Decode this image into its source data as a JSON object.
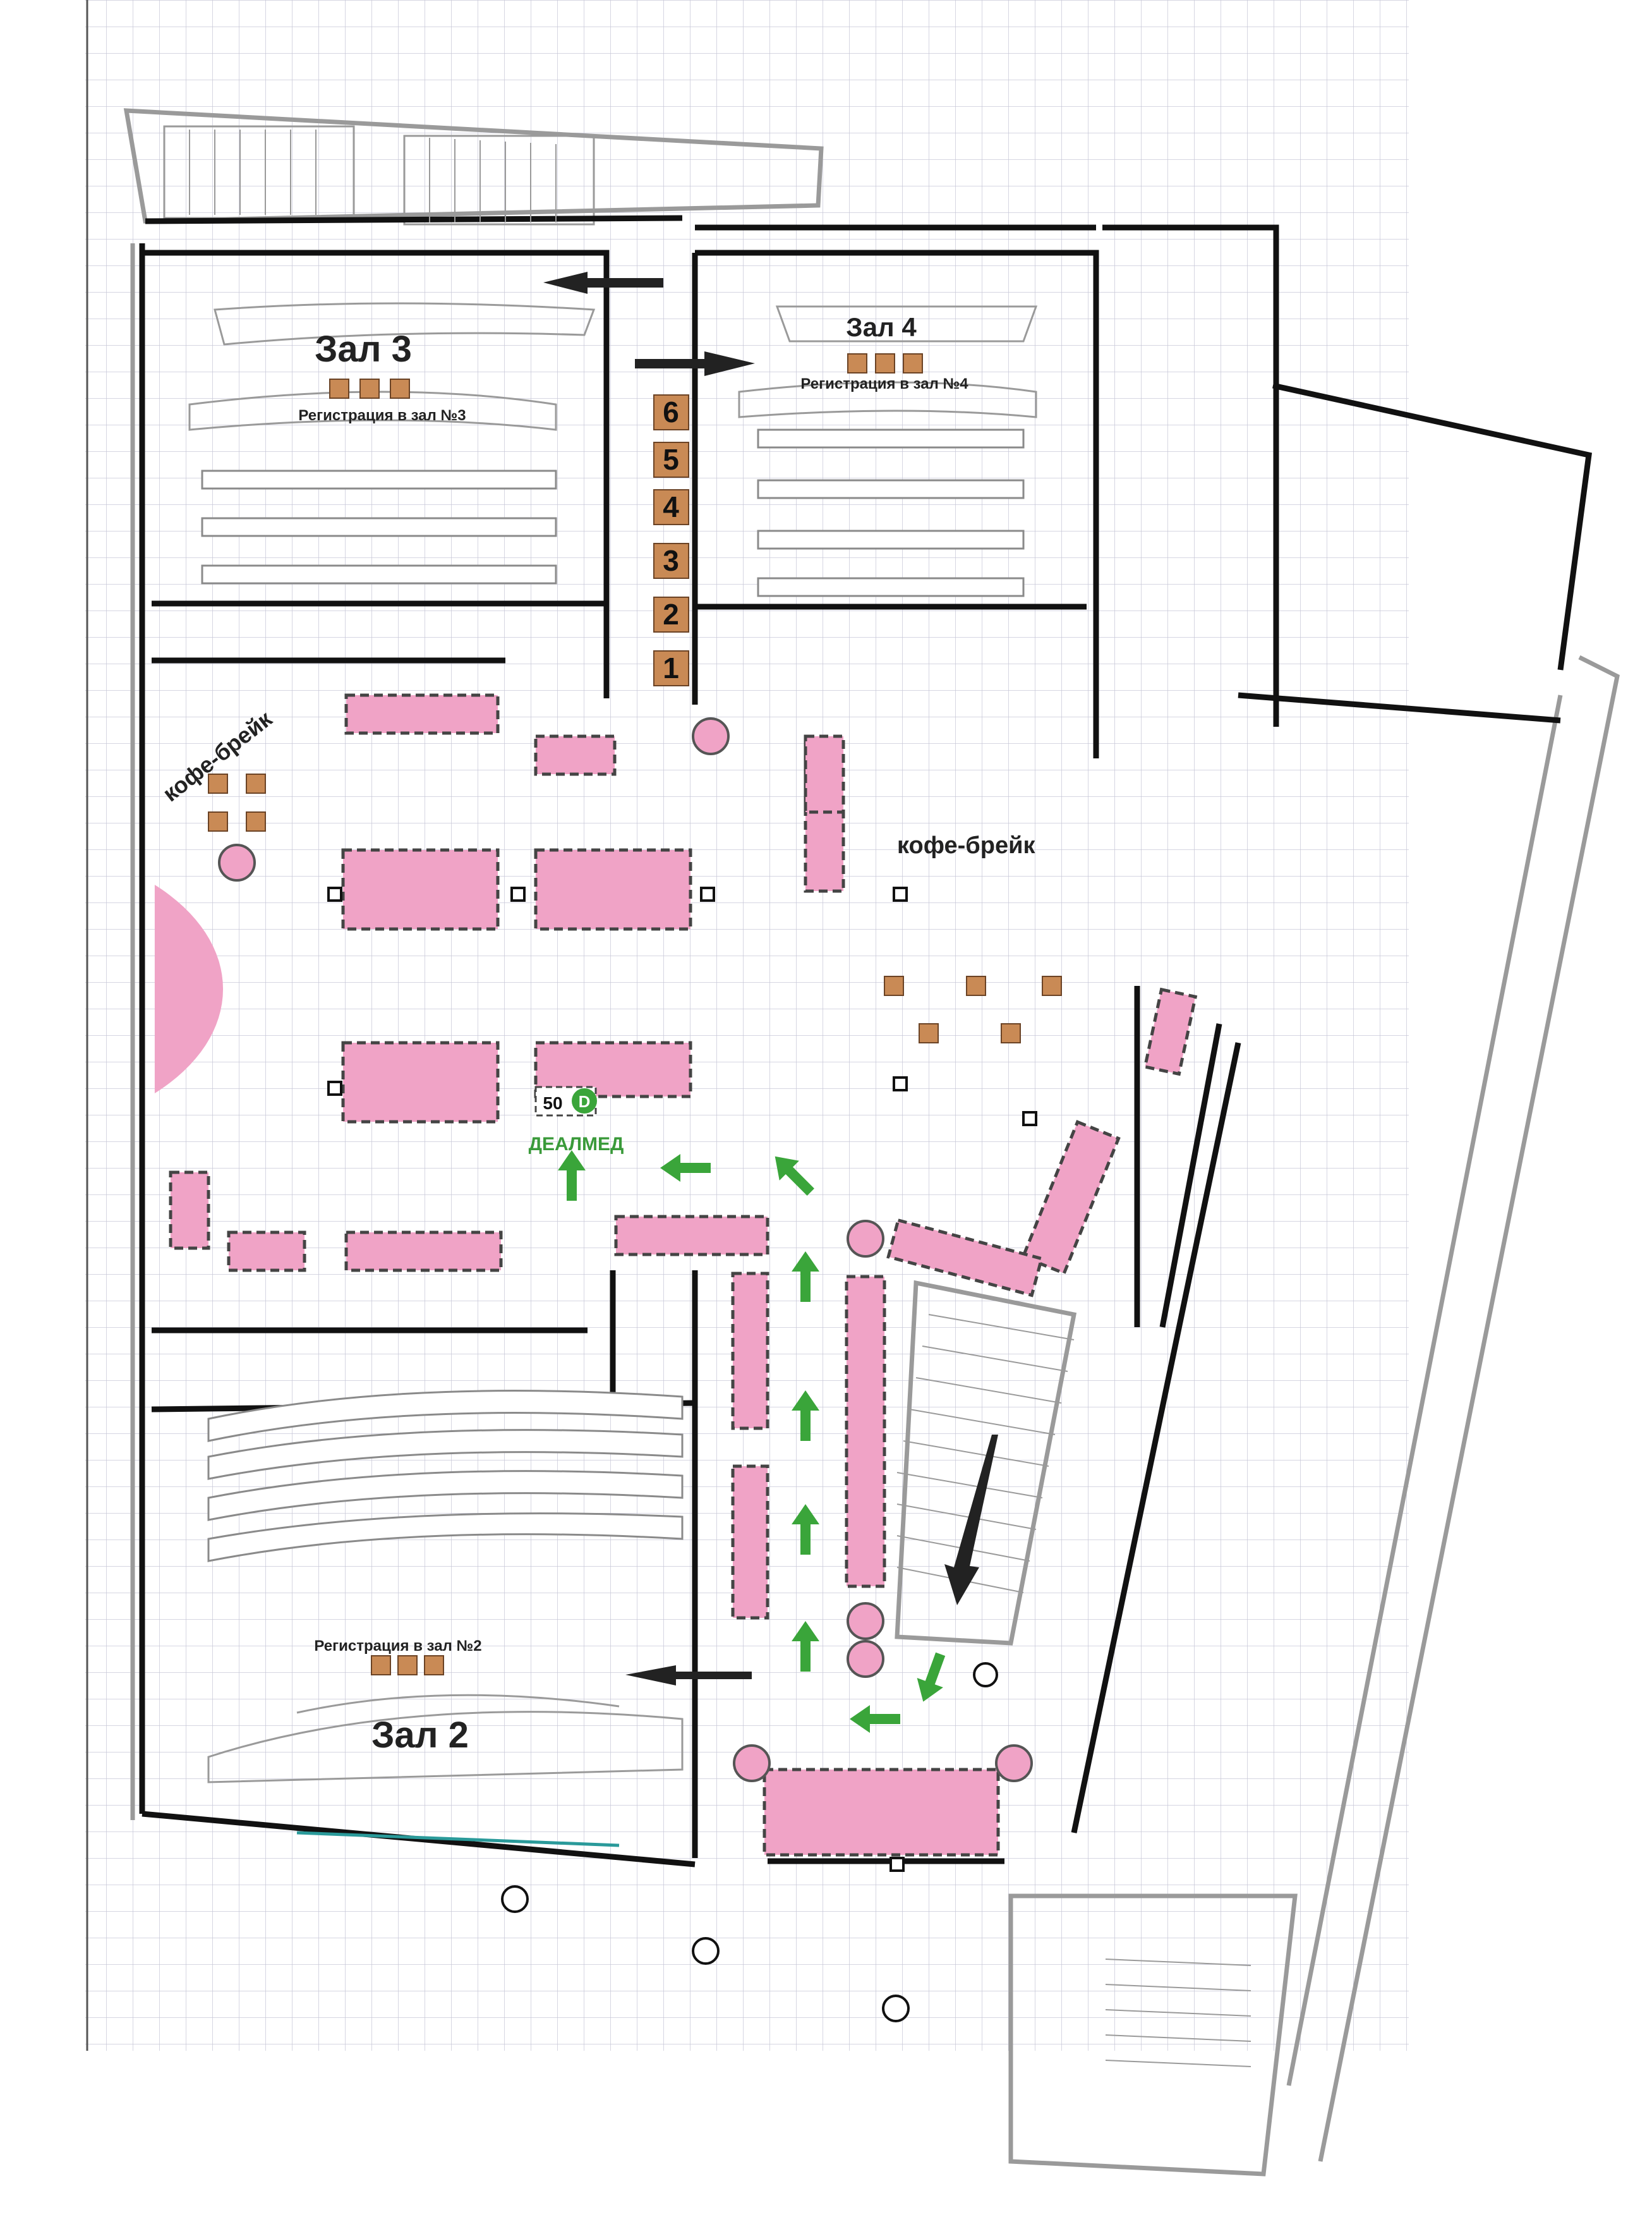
{
  "halls": {
    "zal3": "Зал 3",
    "zal4": "Зал 4",
    "zal2": "Зал 2"
  },
  "registration": {
    "zal3": "Регистрация в зал №3",
    "zal4": "Регистрация в зал №4",
    "zal2": "Регистрация в зал №2"
  },
  "coffee_break": {
    "left": "кофе-брейк",
    "right": "кофе-брейк"
  },
  "booth_numbers": [
    "6",
    "5",
    "4",
    "3",
    "2",
    "1"
  ],
  "sponsor": {
    "number": "50",
    "name": "ДЕАЛМЕД",
    "logo_letter": "D"
  },
  "colors": {
    "booth": "#f0a3c6",
    "registration_cube": "#c98a55",
    "arrow_green": "#3aa53a",
    "grid": "#c8c8d8"
  }
}
